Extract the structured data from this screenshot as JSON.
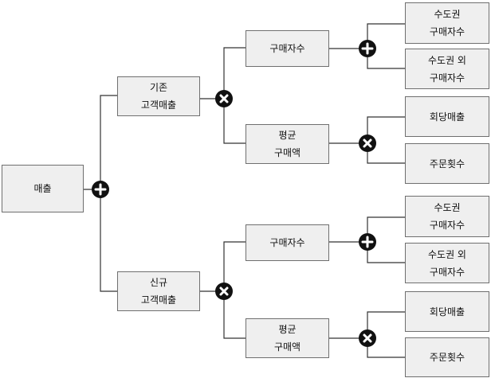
{
  "colors": {
    "node_bg": "#efefef",
    "node_border": "#6f6f6f",
    "line": "#333333",
    "operator": "#111111"
  },
  "root": {
    "label": "매출"
  },
  "existing": {
    "label_1": "기존",
    "label_2": "고객매출",
    "buyers": {
      "label": "구매자수",
      "metro_1": "수도권",
      "metro_2": "구매자수",
      "nonmetro_1": "수도권 외",
      "nonmetro_2": "구매자수"
    },
    "avg": {
      "label_1": "평균",
      "label_2": "구매액",
      "per_visit": "회당매출",
      "order_count": "주문횟수"
    }
  },
  "new": {
    "label_1": "신규",
    "label_2": "고객매출",
    "buyers": {
      "label": "구매자수",
      "metro_1": "수도권",
      "metro_2": "구매자수",
      "nonmetro_1": "수도권 외",
      "nonmetro_2": "구매자수"
    },
    "avg": {
      "label_1": "평균",
      "label_2": "구매액",
      "per_visit": "회당매출",
      "order_count": "주문횟수"
    }
  },
  "operators": {
    "root": "plus-icon",
    "existing": "times-icon",
    "existing_buyers": "plus-icon",
    "existing_avg": "times-icon",
    "new": "times-icon",
    "new_buyers": "plus-icon",
    "new_avg": "times-icon"
  }
}
